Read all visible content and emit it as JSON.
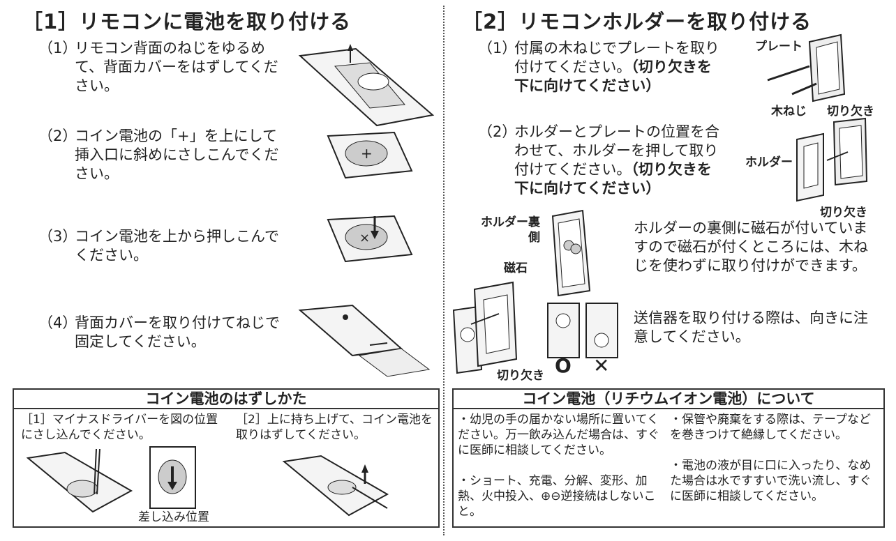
{
  "section1": {
    "title": "［1］リモコンに電池を取り付ける",
    "steps": [
      {
        "num": "（1）",
        "text": "リモコン背面のねじをゆるめて、背面カバーをはずしてください。"
      },
      {
        "num": "（2）",
        "text": "コイン電池の「+」を上にして挿入口に斜めにさしこんでください。"
      },
      {
        "num": "（3）",
        "text": "コイン電池を上から押しこんでください。"
      },
      {
        "num": "（4）",
        "text": "背面カバーを取り付けてねじで固定してください。"
      }
    ]
  },
  "section2": {
    "title": "［2］リモコンホルダーを取り付ける",
    "steps": [
      {
        "num": "（1）",
        "text": "付属の木ねじでプレートを取り付けてください。",
        "bold": "（切り欠きを下に向けてください）"
      },
      {
        "num": "（2）",
        "text": "ホルダーとプレートの位置を合わせて、ホルダーを押して取り付けてください。",
        "bold": "（切り欠きを下に向けてください）"
      }
    ],
    "labels": {
      "plate": "プレート",
      "screw": "木ねじ",
      "notch": "切り欠き",
      "holder": "ホルダー",
      "holder_back": "ホルダー裏側",
      "magnet": "磁石",
      "ok": "O",
      "ng": "✕"
    },
    "magnet_note": "ホルダーの裏側に磁石が付いていますので磁石が付くところには、木ねじを使わずに取り付けができます。",
    "orientation_note": "送信器を取り付ける際は、向きに注意してください。"
  },
  "removal_box": {
    "title": "コイン電池のはずしかた",
    "steps": [
      {
        "num": "［1］",
        "text": "マイナスドライバーを図の位置にさし込んでください。"
      },
      {
        "num": "［2］",
        "text": "上に持ち上げて、コイン電池を取りはずしてください。"
      }
    ],
    "insert_position": "差し込み位置"
  },
  "battery_box": {
    "title": "コイン電池（リチウムイオン電池）について",
    "bullets": [
      "・幼児の手の届かない場所に置いてください。万一飲み込んだ場合は、すぐに医師に相談してください。",
      "・ショート、充電、分解、変形、加熱、火中投入、⊕⊖逆接続はしないこと。",
      "・保管や廃棄をする際は、テープなどを巻きつけて絶縁してください。",
      "・電池の液が目に口に入ったり、なめた場合は水ですすいで洗い流し、すぐに医師に相談してください。"
    ]
  }
}
